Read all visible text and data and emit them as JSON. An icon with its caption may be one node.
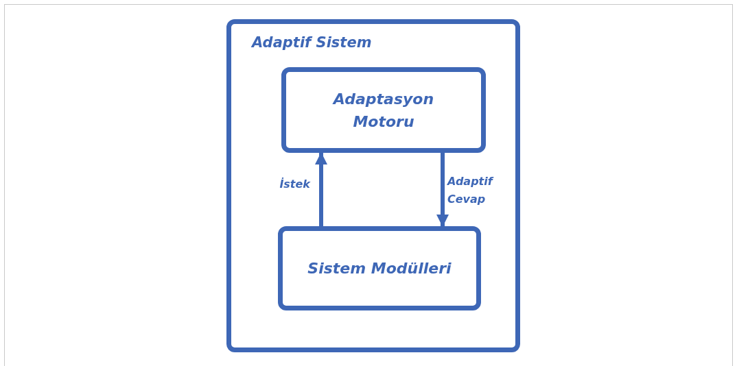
{
  "diagram": {
    "nodes": [
      {
        "text": [
          "Adaptif Sistem"
        ]
      },
      {
        "text": [
          "Adaptasyon Motoru"
        ],
        "in": 0
      },
      {
        "text": [
          "Sistem Modülleri"
        ],
        "in": 0
      }
    ],
    "edges": [
      {
        "from": 2,
        "to": 1,
        "arrow": "to",
        "label": "İstek"
      },
      {
        "from": 1,
        "to": 2,
        "arrow": "to",
        "label": "Adaptif Cevap"
      }
    ]
  }
}
